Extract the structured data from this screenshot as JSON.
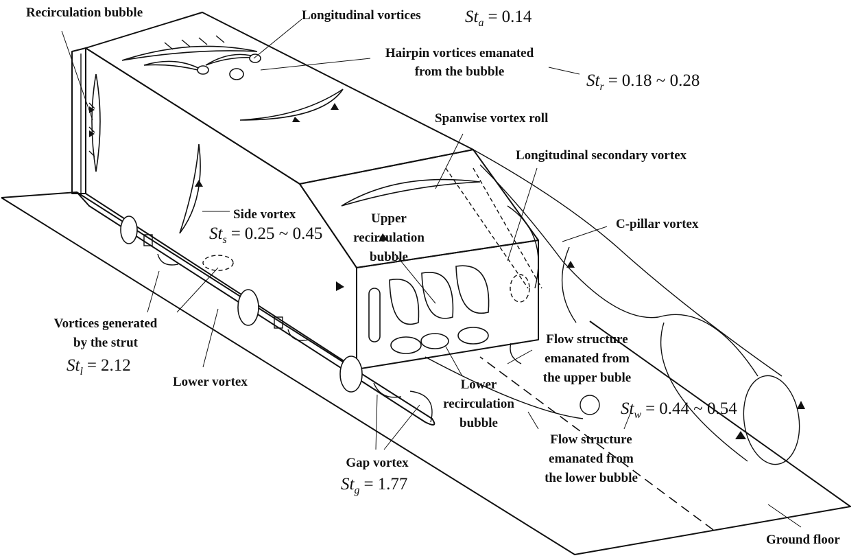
{
  "labels": {
    "recirculation_bubble": "Recirculation bubble",
    "longitudinal_vortices": "Longitudinal vortices",
    "hairpin_1": "Hairpin vortices emanated",
    "hairpin_2": "from the bubble",
    "spanwise_roll": "Spanwise vortex roll",
    "long_secondary": "Longitudinal secondary vortex",
    "c_pillar": "C-pillar vortex",
    "side_vortex": "Side vortex",
    "upper_recirc_1": "Upper",
    "upper_recirc_2": "recirculation",
    "upper_recirc_3": "bubble",
    "strut_1": "Vortices generated",
    "strut_2": "by the strut",
    "lower_vortex": "Lower vortex",
    "lower_recirc_1": "Lower",
    "lower_recirc_2": "recirculation",
    "lower_recirc_3": "bubble",
    "flow_upper_1": "Flow structure",
    "flow_upper_2": "emanated from",
    "flow_upper_3": "the upper buble",
    "flow_lower_1": "Flow structure",
    "flow_lower_2": "emanated from",
    "flow_lower_3": "the lower bubble",
    "gap_vortex": "Gap vortex",
    "ground_floor": "Ground floor"
  },
  "strouhal": {
    "St_a": {
      "sub": "a",
      "value": "0.14"
    },
    "St_r": {
      "sub": "r",
      "value": "0.18 ~ 0.28"
    },
    "St_s": {
      "sub": "s",
      "value": "0.25 ~ 0.45"
    },
    "St_l": {
      "sub": "l",
      "value": "2.12"
    },
    "St_w": {
      "sub": "w",
      "value": "0.44 ~ 0.54"
    },
    "St_g": {
      "sub": "g",
      "value": "1.77"
    }
  },
  "symbols": {
    "st": "St",
    "eq": "="
  }
}
